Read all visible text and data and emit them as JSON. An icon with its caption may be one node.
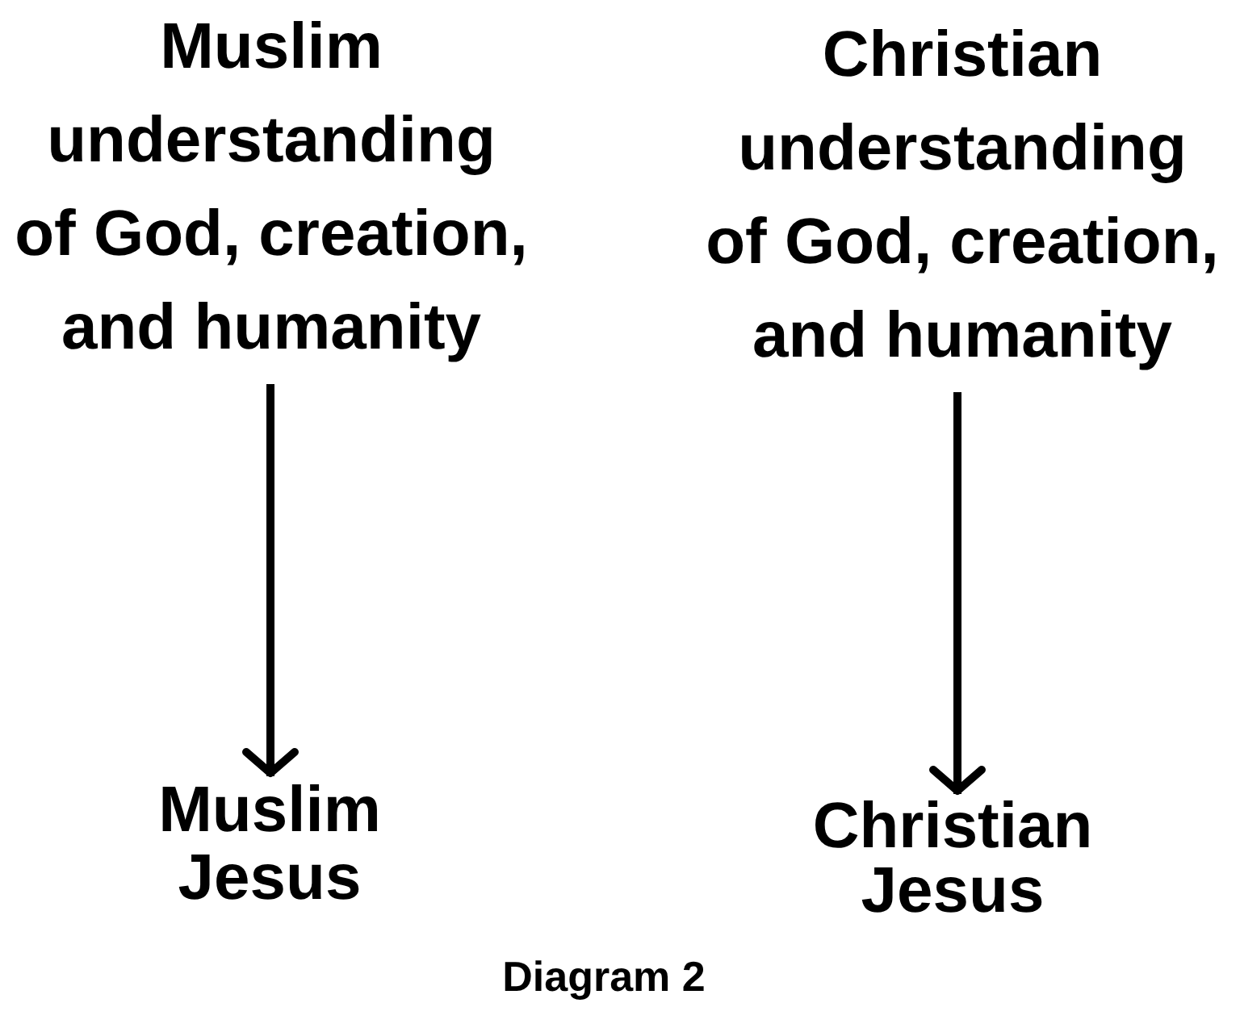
{
  "diagram": {
    "caption": "Diagram 2",
    "nodes": [
      {
        "text": [
          "Muslim understanding of God, creation, and humanity"
        ]
      },
      {
        "text": [
          "Christian understanding of God, creation, and humanity"
        ]
      },
      {
        "text": [
          "Muslim Jesus"
        ]
      },
      {
        "text": [
          "Christian Jesus"
        ]
      }
    ],
    "edges": [
      {
        "from": 0,
        "to": 2,
        "arrow": "to"
      },
      {
        "from": 1,
        "to": 3,
        "arrow": "to"
      }
    ]
  }
}
